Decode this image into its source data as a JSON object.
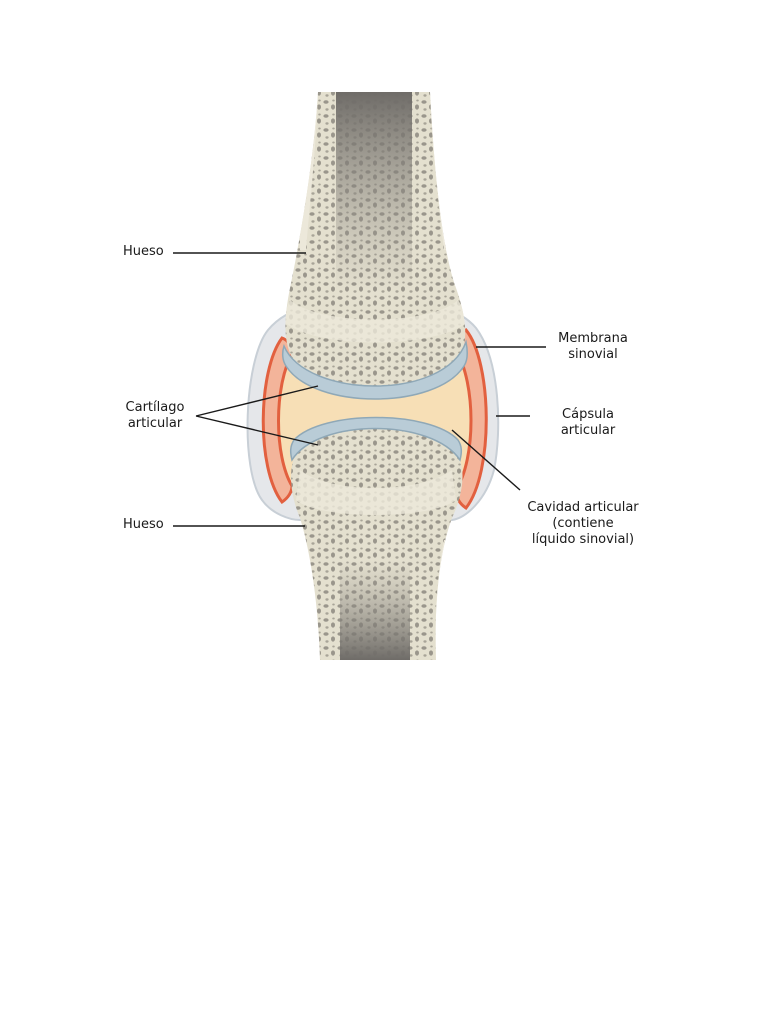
{
  "labels": {
    "bone_top": "Hueso",
    "cartilage": "Cartílago\narticular",
    "bone_bottom": "Hueso",
    "synovial_membrane": "Membrana\nsinovial",
    "joint_capsule": "Cápsula\narticular",
    "joint_cavity": "Cavidad articular\n(contiene\nlíquido sinovial)"
  },
  "colors": {
    "bone": "#e6e2d2",
    "marrow": "#8a8782",
    "cartilage": "#a9bfcb",
    "capsule": "#cfd8df",
    "membrane": "#e2603f",
    "cavity": "#f7dfb6",
    "leader": "#1a1a1a"
  }
}
